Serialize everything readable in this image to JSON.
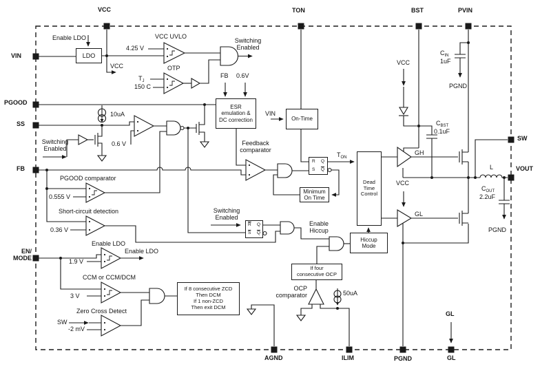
{
  "colors": {
    "ink": "#1a1a1a",
    "background": "#ffffff"
  },
  "pins": {
    "vcc": "VCC",
    "ton": "TON",
    "bst": "BST",
    "pvin": "PVIN",
    "vin": "VIN",
    "pgood": "PGOOD",
    "ss": "SS",
    "fb": "FB",
    "en_line1": "EN/",
    "en_line2": "MODE",
    "sw": "SW",
    "vout": "VOUT",
    "agnd": "AGND",
    "ilim": "ILIM",
    "pgnd": "PGND",
    "gl": "GL"
  },
  "ldo": {
    "box": "LDO",
    "enable_signal": "Enable LDO"
  },
  "uvlo": {
    "title": "VCC UVLO",
    "threshold": "4.25 V"
  },
  "otp": {
    "title": "OTP",
    "temp_main": "T",
    "temp_sub": "J",
    "threshold": "150 C"
  },
  "switching_enabled": {
    "line1": "Switching",
    "line2": "Enabled"
  },
  "esr": {
    "line1": "ESR",
    "line2": "emulation &",
    "line3": "DC correction",
    "input_fb": "FB",
    "input_ref": "0.6V"
  },
  "on_time": {
    "label": "On-Time",
    "input_vin": "VIN"
  },
  "soft_start": {
    "current": "10uA",
    "ref": "0.6 V"
  },
  "pgood_comp": {
    "title": "PGOOD comparator",
    "threshold": "0.555 V"
  },
  "short_circuit": {
    "title": "Short-circuit detection",
    "threshold": "0.36 V"
  },
  "feedback_comp": {
    "line1": "Feedback",
    "line2": "comparator"
  },
  "flipflop": {
    "r": "R",
    "q": "Q",
    "s": "S",
    "qbar": "Q"
  },
  "latch": {
    "rbar": "R",
    "q": "Q",
    "sbar": "S",
    "qbar": "Q"
  },
  "ton_signal": {
    "main": "T",
    "sub": "ON"
  },
  "min_on_time": {
    "line1": "Minimum",
    "line2": "On Time"
  },
  "dead_time": {
    "line1": "Dead",
    "line2": "Time",
    "line3": "Control"
  },
  "hiccup": {
    "box_line1": "Hiccup",
    "box_line2": "Mode",
    "enable_line1": "Enable",
    "enable_line2": "Hiccup"
  },
  "ocp": {
    "four_line1": "If four",
    "four_line2": "consecutive OCP",
    "comp_line1": "OCP",
    "comp_line2": "comparator",
    "current": "50uA"
  },
  "enable_ldo_comp": {
    "title": "Enable LDO",
    "threshold": "1.9 V",
    "output": "Enable LDO"
  },
  "ccm": {
    "title": "CCM or CCM/DCM",
    "threshold": "3 V"
  },
  "zcd": {
    "title": "Zero Cross Detect",
    "input_sw": "SW",
    "threshold": "-2 mV",
    "box_line1": "If 8 consecutive ZCD",
    "box_line2": "Then DCM",
    "box_line3": "If 1 non-ZCD",
    "box_line4": "Then exit DCM"
  },
  "drivers": {
    "gh": "GH",
    "gl": "GL"
  },
  "external": {
    "cin_main": "C",
    "cin_sub": "IN",
    "cin_value": "1uF",
    "cbst_main": "C",
    "cbst_sub": "BST",
    "cbst_value": "0.1uF",
    "cout_main": "C",
    "cout_sub": "OUT",
    "cout_value": "2.2uF",
    "inductor": "L",
    "pgnd": "PGND"
  }
}
